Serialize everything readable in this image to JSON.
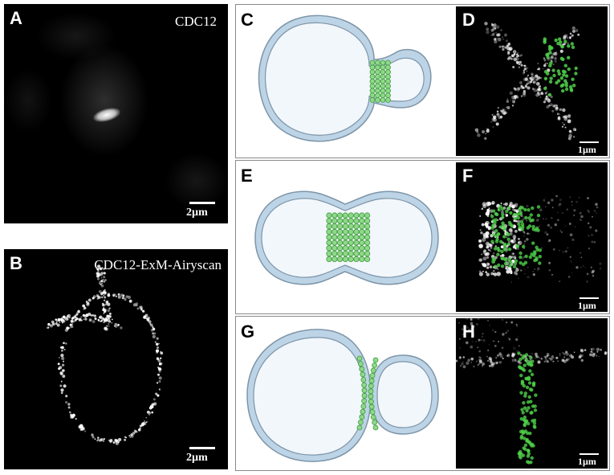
{
  "panels": {
    "a": {
      "letter": "A",
      "title": "CDC12",
      "scale": "2µm"
    },
    "b": {
      "letter": "B",
      "title": "CDC12-ExM-Airyscan",
      "scale": "2µm"
    },
    "c": {
      "letter": "C"
    },
    "d": {
      "letter": "D",
      "scale": "1µm"
    },
    "e": {
      "letter": "E"
    },
    "f": {
      "letter": "F",
      "scale": "1µm"
    },
    "g": {
      "letter": "G"
    },
    "h": {
      "letter": "H",
      "scale": "1µm"
    }
  },
  "colors": {
    "cell_wall": "#bcd4e6",
    "cell_wall_stroke": "#7e95a8",
    "cytoplasm": "#f2f7fc",
    "septin_fill": "#8fd88a",
    "septin_stroke": "#3f9a3c"
  }
}
